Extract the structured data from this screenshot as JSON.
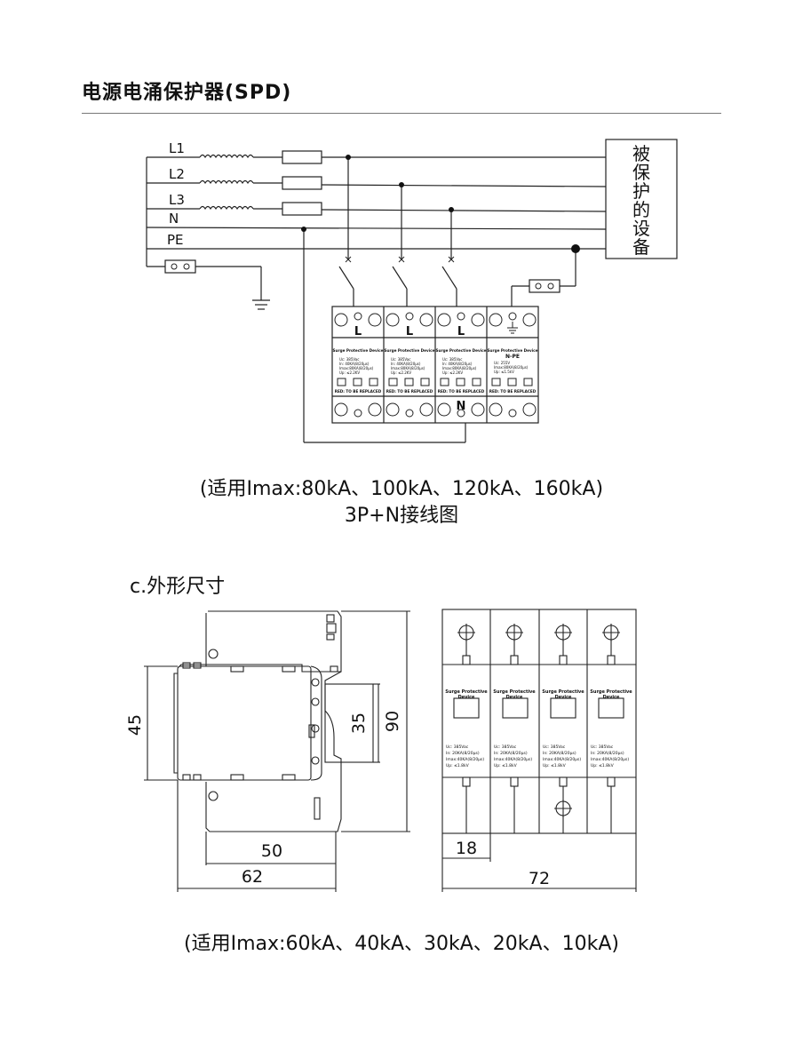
{
  "header": {
    "title": "电源电涌保护器(SPD)"
  },
  "wiring": {
    "lines": [
      "L1",
      "L2",
      "L3",
      "N",
      "PE"
    ],
    "equipment_label": [
      "被",
      "保",
      "护",
      "的",
      "设",
      "备"
    ],
    "modules": [
      {
        "top_label": "L",
        "bottom_label": "",
        "name": "Surge Protective Device",
        "specs": [
          "Uc:    385Vac",
          "In:    40KA(8/20μs)",
          "Imax:80KA(8/20μs)",
          "Up:    ≤2.2KV"
        ],
        "footer": "RED: TO BE REPLACED"
      },
      {
        "top_label": "L",
        "bottom_label": "",
        "name": "Surge Protective Device",
        "specs": [
          "Uc:    385Vac",
          "In:    40KA(8/20μs)",
          "Imax:80KA(8/20μs)",
          "Up:    ≤2.2KV"
        ],
        "footer": "RED: TO BE REPLACED"
      },
      {
        "top_label": "L",
        "bottom_label": "N",
        "name": "Surge Protective Device",
        "specs": [
          "Uc:    385Vac",
          "In:    40KA(8/20μs)",
          "Imax:80KA(8/20μs)",
          "Up:    ≤2.2KV"
        ],
        "footer": "RED: TO BE REPLACED"
      },
      {
        "top_label": "",
        "bottom_label": "",
        "name": "Surge Protective Device",
        "subname": "N-PE",
        "specs": [
          "Uc:    255V",
          "Imax:80KA(8/20μs)",
          "Up:    ≤1.5kV"
        ],
        "footer": "RED: TO BE REPLACED"
      }
    ],
    "caption_line1": "(适用Imax:80kA、100kA、120kA、160kA)",
    "caption_line2": "3P+N接线图"
  },
  "dimensions": {
    "section_title": "c.外形尺寸",
    "side_view": {
      "labels": [
        "45",
        "35",
        "90",
        "50",
        "62"
      ]
    },
    "front_view": {
      "module_name_1": "Surge Protective",
      "module_name_2": "Device",
      "specs": [
        "Uc:   385Vac",
        "In:   20KA(8/20μs)",
        "Imax:40KA(8/20μs)",
        "Up:   ≤1.8kV"
      ],
      "labels": [
        "18",
        "72"
      ]
    },
    "caption": "(适用Imax:60kA、40kA、30kA、20kA、10kA)"
  }
}
